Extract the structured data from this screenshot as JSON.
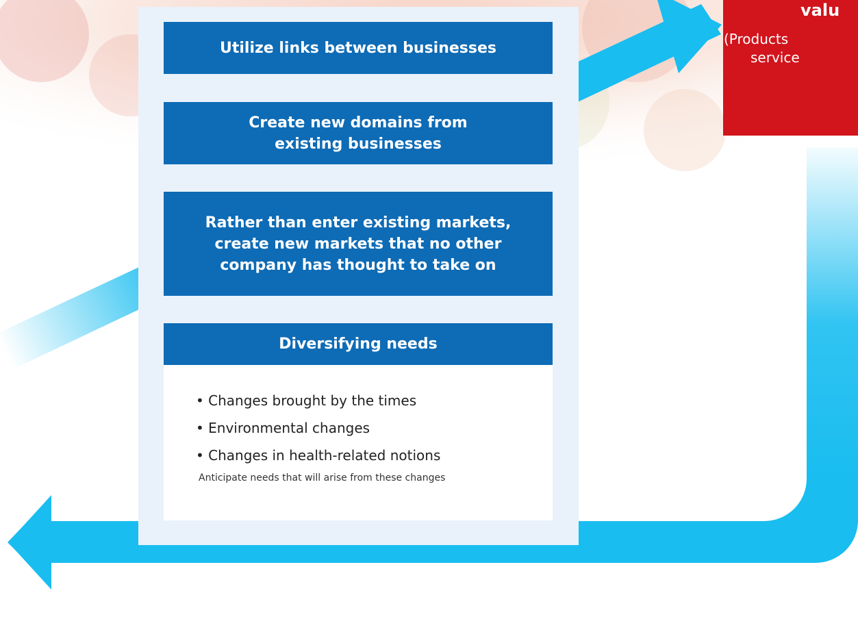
{
  "colors": {
    "arrow_blue": "#19bdf0",
    "box_blue": "#0e6bb5",
    "panel_bg": "#e9f2fb",
    "value_red": "#d2141c"
  },
  "steps": {
    "links": "Utilize links between businesses",
    "domains": [
      "Create new domains from",
      "existing businesses"
    ],
    "markets": [
      "Rather than enter existing markets,",
      "create new markets that no other",
      "company has thought to take on"
    ]
  },
  "needs": {
    "title": "Diversifying needs",
    "items": [
      "• Changes brought by the times",
      "• Environmental changes",
      "• Changes in health-related notions"
    ],
    "note": "Anticipate needs that will arise from these changes"
  },
  "value_box": {
    "title": "valu",
    "subtitle_line1": "(Products",
    "subtitle_line2": "service"
  }
}
